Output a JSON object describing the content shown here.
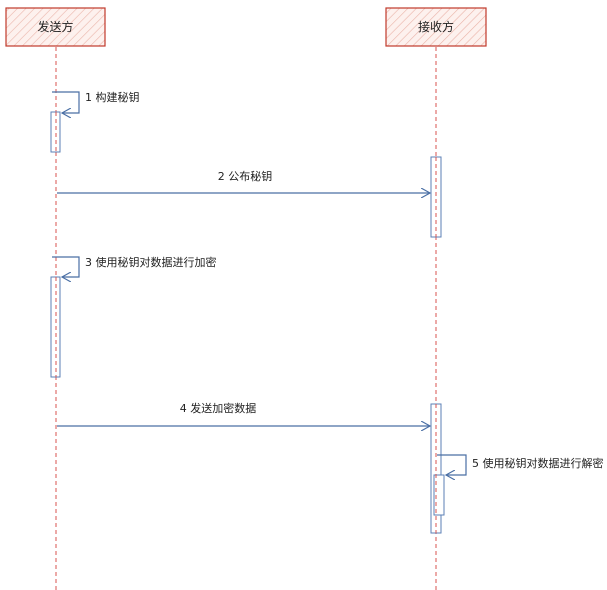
{
  "participants": [
    {
      "id": "sender",
      "label": "发送方"
    },
    {
      "id": "receiver",
      "label": "接收方"
    }
  ],
  "messages": [
    {
      "num": "1",
      "text": "1 构建秘钥",
      "from": "sender",
      "to": "sender"
    },
    {
      "num": "2",
      "text": "2 公布秘钥",
      "from": "sender",
      "to": "receiver"
    },
    {
      "num": "3",
      "text": "3 使用秘钥对数据进行加密",
      "from": "sender",
      "to": "sender"
    },
    {
      "num": "4",
      "text": "4 发送加密数据",
      "from": "sender",
      "to": "receiver"
    },
    {
      "num": "5",
      "text": "5 使用秘钥对数据进行解密",
      "from": "receiver",
      "to": "receiver"
    }
  ],
  "colors": {
    "participant_border": "#c0392b",
    "participant_fill": "#fbe9e7",
    "participant_hatch": "#e8a79b",
    "lifeline": "#d9534f",
    "arrow": "#4a6fa5",
    "activation_border": "#5b7fb5"
  }
}
